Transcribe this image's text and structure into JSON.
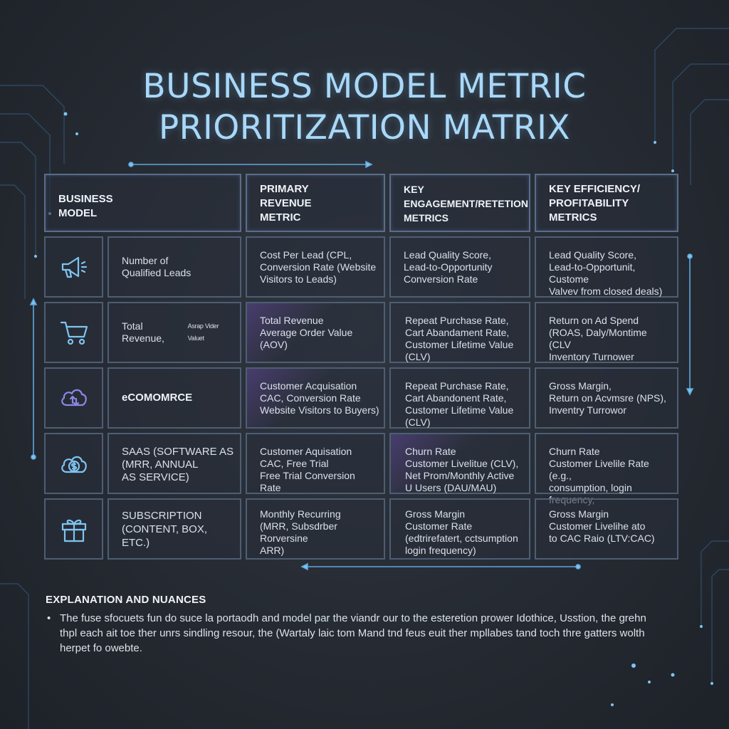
{
  "title": {
    "line1": "BUSINESS MODEL METRIC",
    "line2": "PRIORITIZATION MATRIX"
  },
  "colors": {
    "title": "#a9d8f8",
    "icon": "#7fc4f0",
    "border": "#4d5e74",
    "background": "#262b33"
  },
  "table": {
    "headers": [
      "BUSINESS\nMODEL",
      "PRIMARY\nREVENUE\nMETRIC",
      "KEY\nENGAGEMENT/RETETION\nMETRICS",
      "KEY EFFICIENCY/\nPROFITABILITY\nMETRICS"
    ],
    "rows": [
      {
        "icon": "megaphone-icon",
        "model": "Number of\nQualified Leads",
        "model_style": "normal",
        "primary": "Cost Per Lead (CPL,\nConversion Rate (Website\nVisitors to Leads)",
        "engagement": "Lead Quality Score,\nLead-to-Opportunity\nConversion Rate",
        "efficiency": "Lead Quality Score,\nLead-to-Opportunit, Custome\nValvev from closed deals)"
      },
      {
        "icon": "shopping-cart-icon",
        "model": "Total Revenue,",
        "model_small": "Asrap Vider Valuet",
        "model_style": "normal",
        "primary": "Total Revenue\nAverage Order Value\n(AOV)",
        "engagement": "Repeat Purchase Rate,\nCart Abandament Rate,\nCustomer Lifetime Value (CLV)",
        "efficiency": "Return on Ad Spend\n(ROAS, Daly/Montime (CLV\nInventory Turnower"
      },
      {
        "icon": "cloud-sync-icon",
        "model": "eCOMOMRCE",
        "model_style": "bold",
        "primary": "Customer Acquisation\nCAC, Conversion Rate\nWebsite Visitors to Buyers)",
        "engagement": "Repeat Purchase Rate,\nCart Abandonent Rate,\nCustomer Lifetime Value (CLV)",
        "efficiency": "Gross Margin,\nReturn on Acvmsre (NPS),\nInventry Turrowor"
      },
      {
        "icon": "cloud-dollar-icon",
        "model": "SAAS (SOFTWARE AS\n(MRR, ANNUAL\nAS SERVICE)",
        "model_style": "mixed",
        "primary": "Customer Aquisation\nCAC, Free Trial\nFree Trial Conversion Rate",
        "engagement": "Churn Rate\nCustomer Livelitue (CLV),\nNet Prom/Monthly Active\nU Users (DAU/MAU)",
        "efficiency": "Churn Rate\nCustomer Livelile Rate (e.g.,\nconsumption, login frequency,"
      },
      {
        "icon": "gift-box-icon",
        "model": "SUBSCRIPTION\n(CONTENT, BOX, ETC.)",
        "model_style": "mixed",
        "primary": "Monthly Recurring\n(MRR, Subsdrber\nRorversine\nARR)",
        "engagement": "Gross Margin\nCustomer Rate\n(edtrirefatert, cctsumption\nlogin frequency)",
        "efficiency": "Gross Margin\nCustomer Livelihe ato\nto CAC Raio (LTV:CAC)"
      }
    ]
  },
  "explanation": {
    "title": "EXPLANATION AND NUANCES",
    "bullet": "The fuse sfocuets fun do suce la portaodh and model par the viandr our to the esteretion prower Idothice, Usstion, the grehn thpl each ait toe ther unrs sindling resour, the (Wartaly laic tom Mand tnd feus euit ther mpllabes tand toch thre gatters wolth herpet fo owebte."
  }
}
